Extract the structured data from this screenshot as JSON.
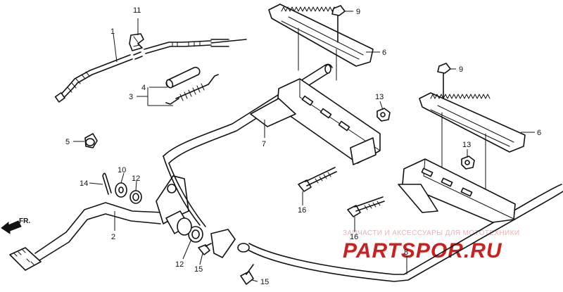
{
  "callouts": [
    {
      "id": "c1",
      "label": "1"
    },
    {
      "id": "c2",
      "label": "2"
    },
    {
      "id": "c3",
      "label": "3"
    },
    {
      "id": "c4",
      "label": "4"
    },
    {
      "id": "c5",
      "label": "5"
    },
    {
      "id": "c6a",
      "label": "6"
    },
    {
      "id": "c6b",
      "label": "6"
    },
    {
      "id": "c7",
      "label": "7"
    },
    {
      "id": "c8",
      "label": "8"
    },
    {
      "id": "c9a",
      "label": "9"
    },
    {
      "id": "c9b",
      "label": "9"
    },
    {
      "id": "c10",
      "label": "10"
    },
    {
      "id": "c11",
      "label": "11"
    },
    {
      "id": "c12a",
      "label": "12"
    },
    {
      "id": "c12b",
      "label": "12"
    },
    {
      "id": "c13a",
      "label": "13"
    },
    {
      "id": "c13b",
      "label": "13"
    },
    {
      "id": "c14",
      "label": "14"
    },
    {
      "id": "c15a",
      "label": "15"
    },
    {
      "id": "c15b",
      "label": "15"
    },
    {
      "id": "c16a",
      "label": "16"
    },
    {
      "id": "c16b",
      "label": "16"
    }
  ],
  "direction_marker": "FR.",
  "watermark": {
    "tagline": "ЗАПЧАСТИ И АКСЕССУАРЫ ДЛЯ МОТОТЕХНИКИ",
    "brand": "PARTSPOR.RU"
  },
  "colors": {
    "line": "#111111",
    "watermark_brand": "#cc2020",
    "watermark_tagline": "#e8b3b3"
  }
}
